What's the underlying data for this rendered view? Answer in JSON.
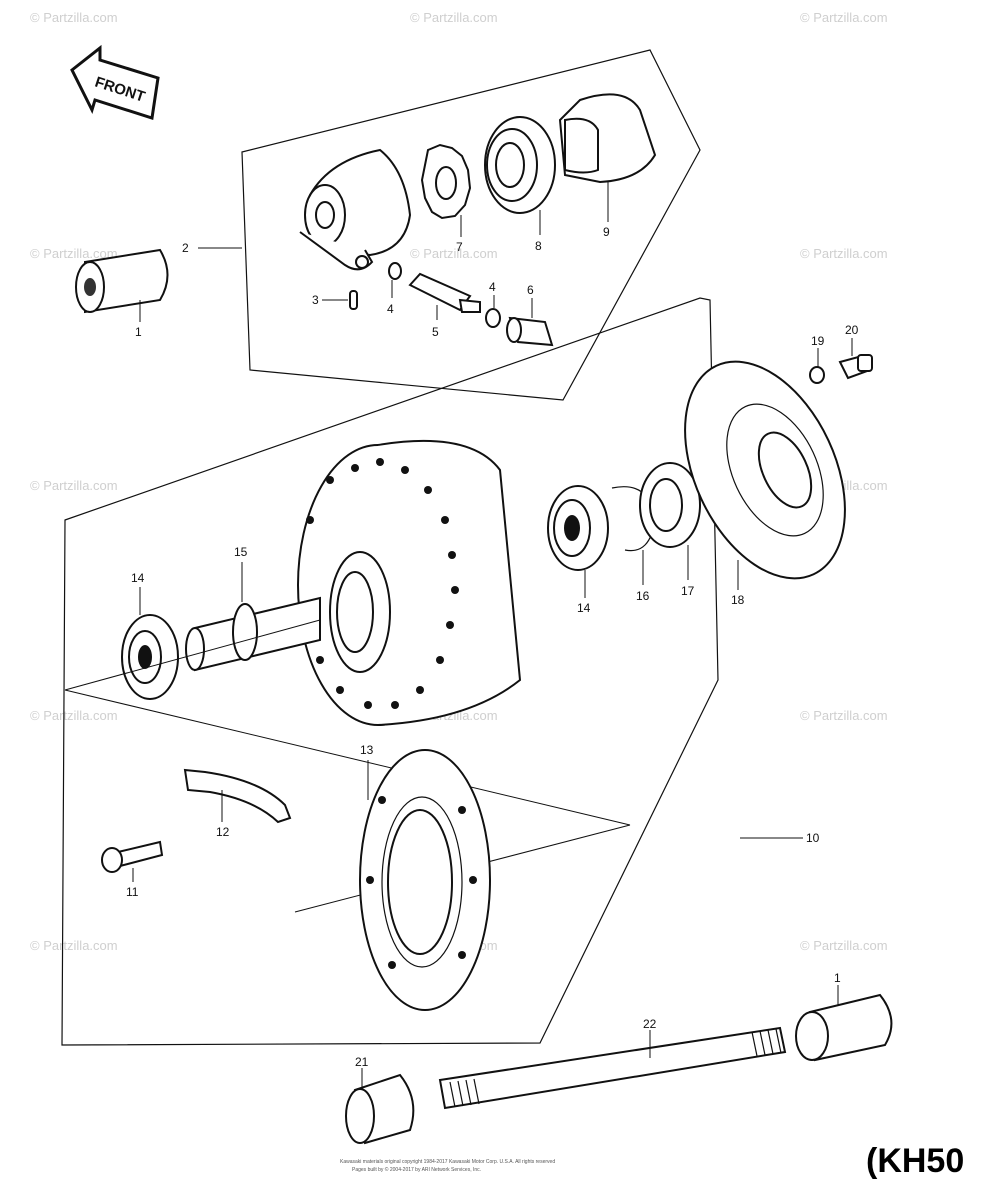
{
  "direction_arrow": "FRONT",
  "model_code": "(KH50",
  "watermark": "© Partzilla.com",
  "copyright": [
    "Kawasaki materials original copyright 1984-2017 Kawasaki Motor Corp. U.S.A. All rights reserved",
    "Pages built by © 2004-2017 by ARI Network Services, Inc."
  ],
  "callouts": {
    "c1a": "1",
    "c2": "2",
    "c3": "3",
    "c4a": "4",
    "c4b": "4",
    "c5": "5",
    "c6": "6",
    "c7": "7",
    "c8": "8",
    "c9": "9",
    "c10": "10",
    "c11": "11",
    "c12": "12",
    "c13": "13",
    "c14a": "14",
    "c14b": "14",
    "c15": "15",
    "c16": "16",
    "c17": "17",
    "c18": "18",
    "c19": "19",
    "c20": "20",
    "c21": "21",
    "c22": "22",
    "c1b": "1"
  }
}
